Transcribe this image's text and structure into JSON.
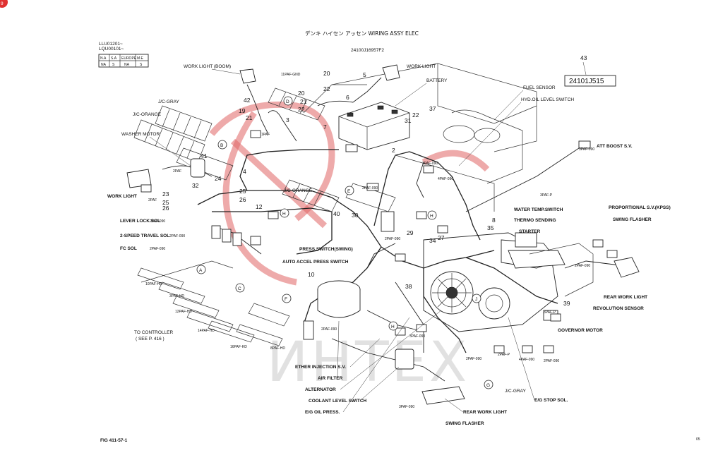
{
  "header": {
    "title": "デンキ ハイセン アッセン WIRING ASSY ELEC",
    "part_code": "24100J16957F2",
    "ref_number": "43",
    "ref_part": "24101J515"
  },
  "serials": {
    "line1": "LLU01201~",
    "line2": "LQU00101~"
  },
  "spec_table": {
    "headers": [
      "N.A",
      "S.A",
      "EUROPE",
      "M.E"
    ],
    "values": [
      "NA",
      "S",
      "NA",
      "S"
    ]
  },
  "labels": {
    "work_light_boom": "WORK LIGHT (BOOM)",
    "work_light_top": "WORK LIGHT",
    "battery": "BATTERY",
    "fuel_sensor": "FUEL SENSOR",
    "hyd_oil_level_switch": "HYD.OIL LEVEL SWITCH",
    "att_boost": "ATT BOOST S.V.",
    "jc_gray": "J/C-GRAY",
    "jc_orange_left": "J/C-ORANGE",
    "jc_orange_mid": "J/C-ORANGE",
    "washer_motor": "WASHER MOTOR",
    "work_light_left": "WORK LIGHT",
    "lever_lock_sol": "LEVER LOCK SOL",
    "two_speed_travel_sol": "2-SPEED TRAVEL SOL",
    "fc_sol": "FC SOL",
    "press_switch_swing": "PRESS.SWITCH(SWING)",
    "auto_accel_press_switch": "AUTO ACCEL PRESS SWITCH",
    "water_temp_switch": "WATER TEMP.SWITCH",
    "thermo_sending": "THERMO SENDING",
    "starter": "STARTER",
    "proportional_sv": "PROPORTIONAL S.V.(KPSS)",
    "swing_flasher_right": "SWING FLASHER",
    "rear_work_light_right": "REAR WORK LIGHT",
    "revolution_sensor": "REVOLUTION SENSOR",
    "governor_motor": "GOVERNOR MOTOR",
    "to_controller": "TO CONTROLLER",
    "see_page": "( SEE P. 416 )",
    "ether_injection": "ETHER INJECTION S.V.",
    "air_filter": "AIR FILTER",
    "alternator": "ALTERNATOR",
    "coolant_level_switch": "COOLANT LEVEL SWITCH",
    "eg_oil_press": "E/G OIL PRESS.",
    "rear_work_light_bottom": "REAR WORK LIGHT",
    "swing_flasher_bottom": "SWING FLASHER",
    "eg_stop_sol": "E/G STOP SOL.",
    "jc_gray_bottom": "J/C-GRAY",
    "fig": "FIG 411-57-1",
    "page": "05",
    "mark": "9"
  },
  "connectors": {
    "c10paf": "10PAF-HD",
    "c3paf": "3PAF-HD",
    "c12paf": "12PAF-HD",
    "c14paf": "14PAF-HD",
    "c16paf": "16PAF-HD",
    "c8paf": "8PAF-HD",
    "c2paf090_a": "2PAF-090",
    "c2paf090_b": "2PAF-090",
    "c2paf090_c": "2PAF-090",
    "c3paf090": "3PAF-090",
    "c4paf090": "4PAF-090",
    "c2paf_a": "2PAF",
    "c2paf_b": "2PAF",
    "c1paf": "1PAF",
    "c11paf": "11PAF-GND",
    "c3pafp": "3PAF-P",
    "c2paf090_d": "2PAF-090",
    "c2paf090_e": "2PAF-090",
    "c2paf090_f": "2PAF-090",
    "c3paf090_b": "3PAF-090",
    "c3paf090_c": "3PAF-090",
    "c2pafp": "2PAF-P",
    "c3pafp_b": "3PAF-P",
    "c2paf090_g": "2PAF-090",
    "c3paf090_d": "3PAF-090",
    "c2paf090_h": "2PAF-090",
    "c4paf090_b": "4PAF-090",
    "c2paf090_i": "2PAF-090"
  },
  "callouts": [
    "A",
    "B",
    "C",
    "D",
    "E",
    "F",
    "G",
    "H",
    "H",
    "J"
  ],
  "numbers": {
    "n2": "2",
    "n4": "4",
    "n5": "5",
    "n6": "6",
    "n8": "8",
    "n10": "10",
    "n12": "12",
    "n19": "19",
    "n20a": "20",
    "n20b": "20",
    "n21a": "21",
    "n21b": "21",
    "n22a": "22",
    "n22b": "22",
    "n22c": "22",
    "n23": "23",
    "n24": "24",
    "n25a": "25",
    "n25b": "25",
    "n26a": "26",
    "n26b": "26",
    "n27": "27",
    "n29": "29",
    "n30": "30",
    "n31": "31",
    "n32": "32",
    "n34": "34",
    "n35": "35",
    "n37": "37",
    "n38": "38",
    "n39": "39",
    "n40": "40",
    "n41": "41",
    "n42": "42",
    "n3": "3",
    "n7": "7"
  },
  "watermark": "ИНТЕХ",
  "colors": {
    "ink": "#111111",
    "watermark_red": "#e06464",
    "watermark_gray": "#c9c9c9"
  }
}
